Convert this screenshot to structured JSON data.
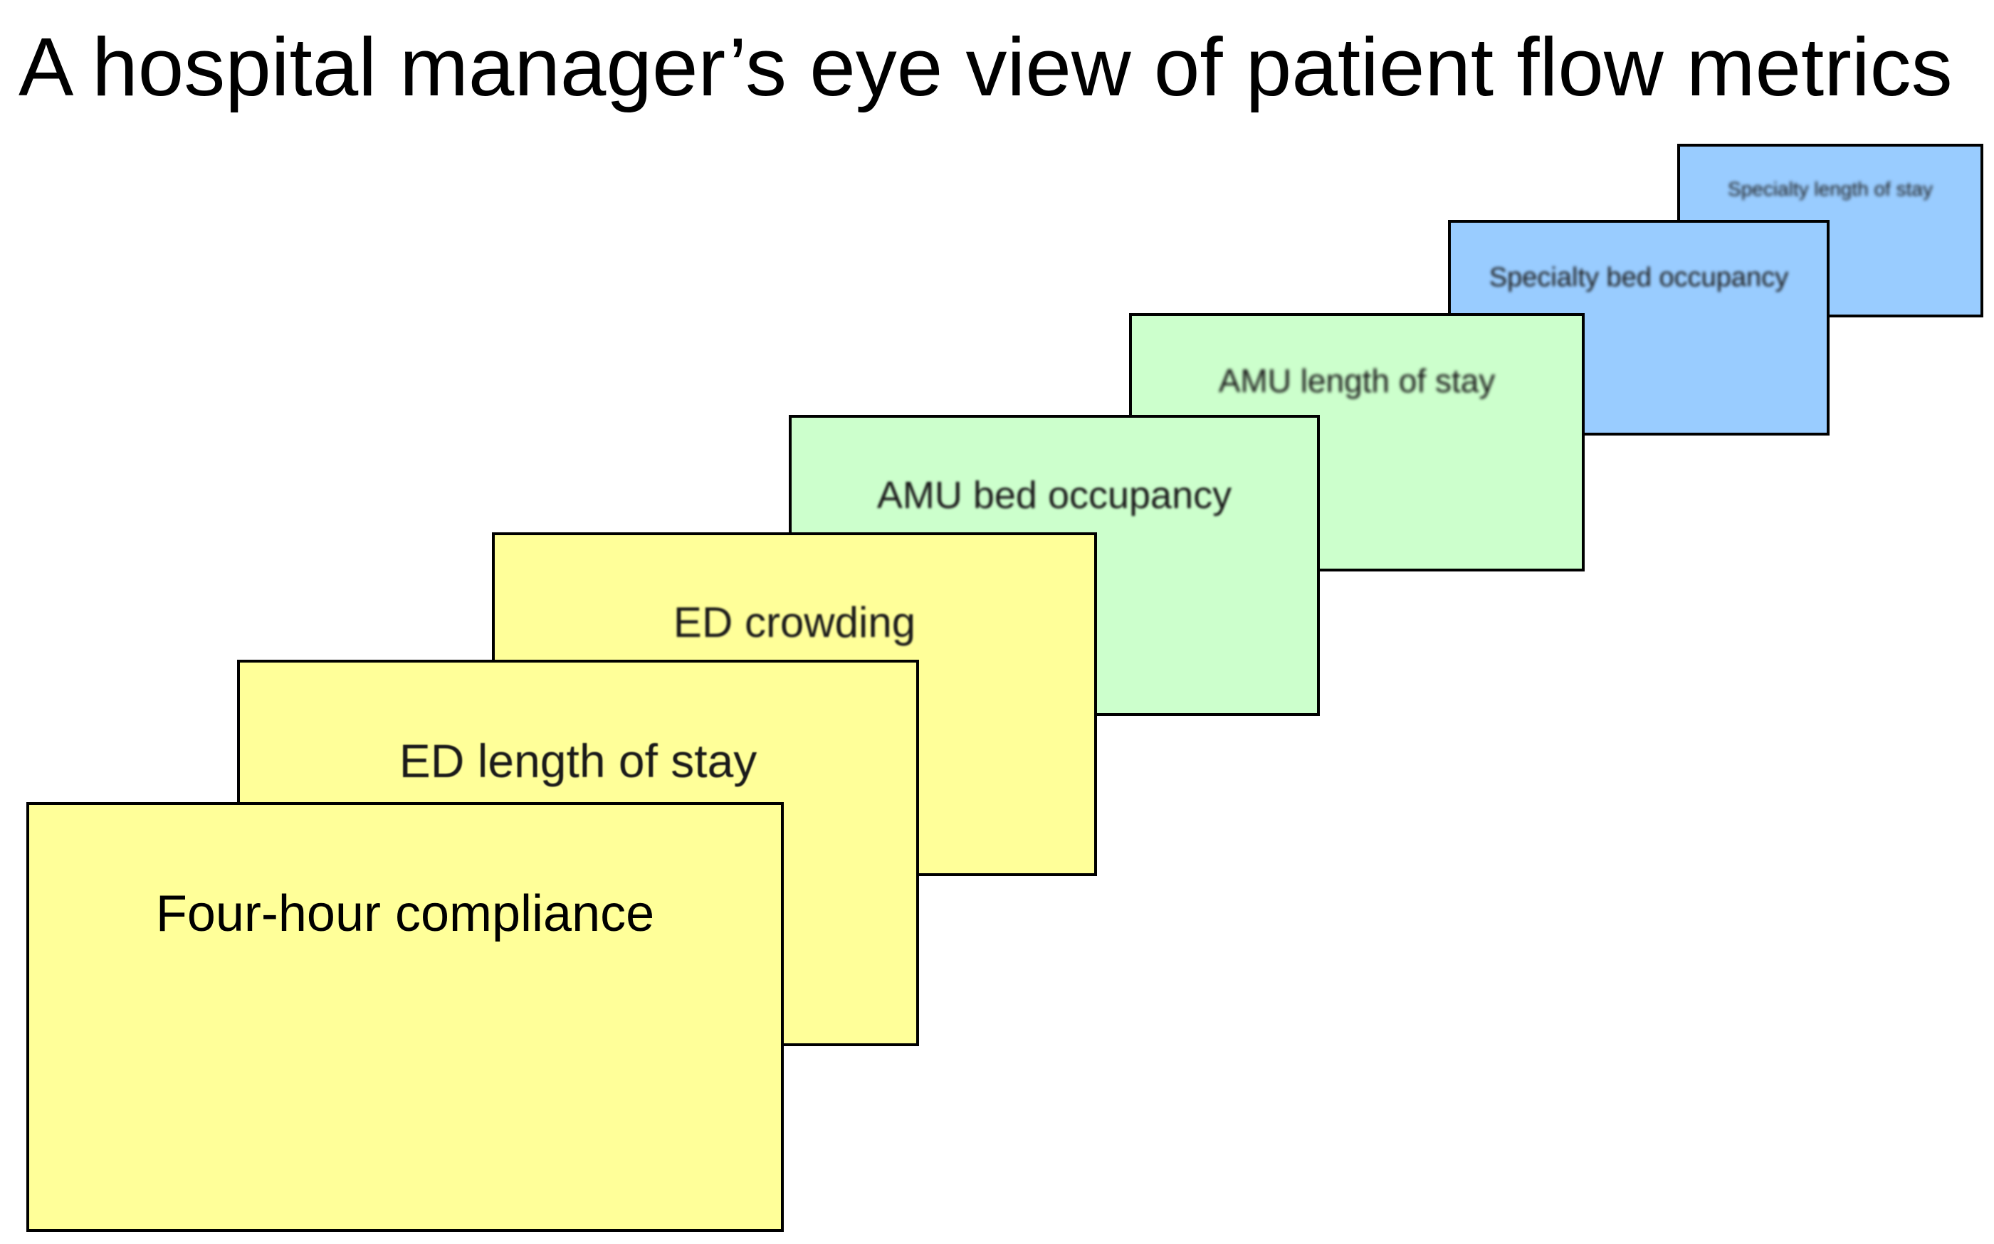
{
  "title": "A hospital manager’s eye view of patient flow metrics",
  "colors": {
    "ed": "#ffff99",
    "amu": "#ccffcc",
    "specialty": "#99ccff",
    "border": "#000000"
  },
  "cards": [
    {
      "label": "Four-hour compliance",
      "group": "ed"
    },
    {
      "label": "ED length of stay",
      "group": "ed"
    },
    {
      "label": "ED crowding",
      "group": "ed"
    },
    {
      "label": "AMU bed occupancy",
      "group": "amu"
    },
    {
      "label": "AMU length of stay",
      "group": "amu"
    },
    {
      "label": "Specialty bed occupancy",
      "group": "specialty"
    },
    {
      "label": "Specialty length of stay",
      "group": "specialty"
    }
  ]
}
